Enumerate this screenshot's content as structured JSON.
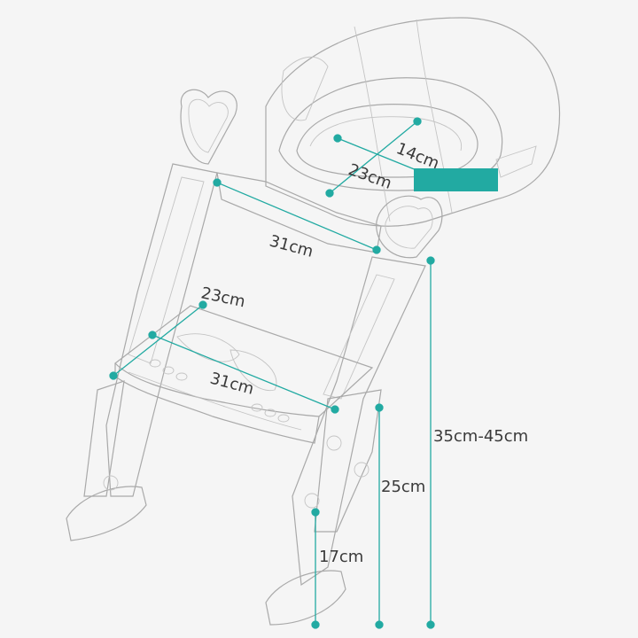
{
  "colors": {
    "accent": "#22aaa2",
    "text": "#3a3a3a",
    "line": "#a9a9a9",
    "background": "#f5f5f5"
  },
  "dimensions": {
    "seat_inner_width": "14cm",
    "seat_inner_depth": "23cm",
    "handle_width": "31cm",
    "step_depth": "23cm",
    "step_width": "31cm",
    "seat_height": "35cm-45cm",
    "step_height_upper": "25cm",
    "step_height_lower": "17cm"
  }
}
